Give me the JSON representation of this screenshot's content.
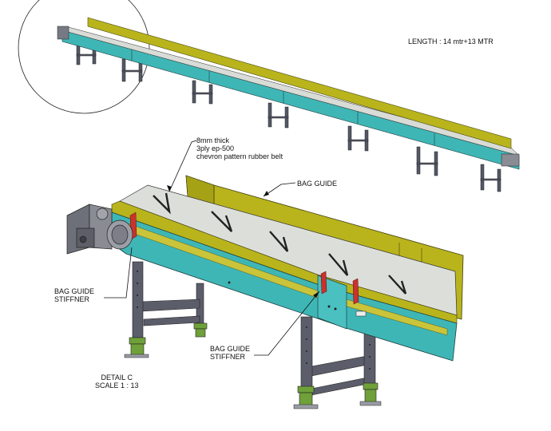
{
  "labels": {
    "length": "LENGTH : 14 mtr+13 MTR",
    "belt_line1": "8mm thick",
    "belt_line2": "3ply ep-500",
    "belt_line3": "chevron pattern rubber belt",
    "bag_guide": "BAG GUIDE",
    "stiffener_left_line1": "BAG GUIDE",
    "stiffener_left_line2": "STIFFNER",
    "stiffener_right_line1": "BAG GUIDE",
    "stiffener_right_line2": "STIFFNER",
    "detail_line1": "DETAIL C",
    "detail_line2": "SCALE 1 : 13"
  },
  "colors": {
    "frame": "#3fb6b6",
    "guide": "#b9b41c",
    "belt": "#d9dcd7",
    "legs": "#5b5d6a",
    "feet": "#6fa03a",
    "motor": "#8a8c94"
  }
}
